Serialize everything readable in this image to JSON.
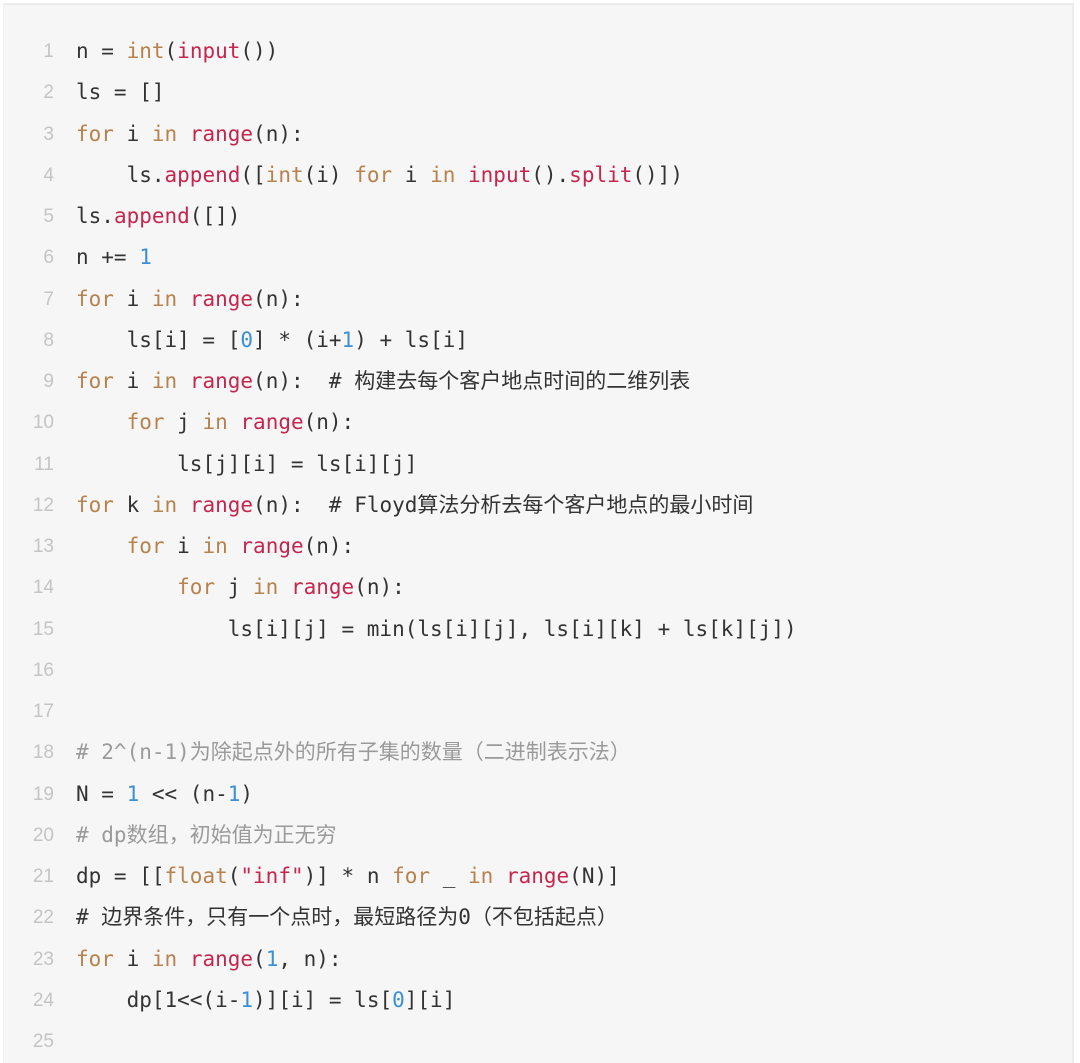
{
  "code_block": {
    "language": "python",
    "colors": {
      "background": "#f6f6f6",
      "text": "#333333",
      "keyword": "#b7824d",
      "builtin": "#c5264d",
      "number": "#3a8fd6",
      "comment": "#9a9a9a",
      "line_number": "#c4c4c4"
    },
    "lines": [
      {
        "n": "1",
        "tokens": [
          [
            "t",
            "n = "
          ],
          [
            "kw",
            "int"
          ],
          [
            "t",
            "("
          ],
          [
            "fn",
            "input"
          ],
          [
            "t",
            "())"
          ]
        ]
      },
      {
        "n": "2",
        "tokens": [
          [
            "t",
            "ls = []"
          ]
        ]
      },
      {
        "n": "3",
        "tokens": [
          [
            "kw",
            "for"
          ],
          [
            "t",
            " i "
          ],
          [
            "kw",
            "in"
          ],
          [
            "t",
            " "
          ],
          [
            "fn",
            "range"
          ],
          [
            "t",
            "(n):"
          ]
        ]
      },
      {
        "n": "4",
        "tokens": [
          [
            "t",
            "    ls."
          ],
          [
            "fn",
            "append"
          ],
          [
            "t",
            "(["
          ],
          [
            "kw",
            "int"
          ],
          [
            "t",
            "(i) "
          ],
          [
            "kw",
            "for"
          ],
          [
            "t",
            " i "
          ],
          [
            "kw",
            "in"
          ],
          [
            "t",
            " "
          ],
          [
            "fn",
            "input"
          ],
          [
            "t",
            "()."
          ],
          [
            "fn",
            "split"
          ],
          [
            "t",
            "()])"
          ]
        ]
      },
      {
        "n": "5",
        "tokens": [
          [
            "t",
            "ls."
          ],
          [
            "fn",
            "append"
          ],
          [
            "t",
            "([])"
          ]
        ]
      },
      {
        "n": "6",
        "tokens": [
          [
            "t",
            "n += "
          ],
          [
            "num",
            "1"
          ]
        ]
      },
      {
        "n": "7",
        "tokens": [
          [
            "kw",
            "for"
          ],
          [
            "t",
            " i "
          ],
          [
            "kw",
            "in"
          ],
          [
            "t",
            " "
          ],
          [
            "fn",
            "range"
          ],
          [
            "t",
            "(n):"
          ]
        ]
      },
      {
        "n": "8",
        "tokens": [
          [
            "t",
            "    ls[i] = ["
          ],
          [
            "num",
            "0"
          ],
          [
            "t",
            "] * (i+"
          ],
          [
            "num",
            "1"
          ],
          [
            "t",
            ") + ls[i]"
          ]
        ]
      },
      {
        "n": "9",
        "tokens": [
          [
            "kw",
            "for"
          ],
          [
            "t",
            " i "
          ],
          [
            "kw",
            "in"
          ],
          [
            "t",
            " "
          ],
          [
            "fn",
            "range"
          ],
          [
            "t",
            "(n):  # 构建去每个客户地点时间的二维列表"
          ]
        ]
      },
      {
        "n": "10",
        "tokens": [
          [
            "t",
            "    "
          ],
          [
            "kw",
            "for"
          ],
          [
            "t",
            " j "
          ],
          [
            "kw",
            "in"
          ],
          [
            "t",
            " "
          ],
          [
            "fn",
            "range"
          ],
          [
            "t",
            "(n):"
          ]
        ]
      },
      {
        "n": "11",
        "tokens": [
          [
            "t",
            "        ls[j][i] = ls[i][j]"
          ]
        ]
      },
      {
        "n": "12",
        "tokens": [
          [
            "kw",
            "for"
          ],
          [
            "t",
            " k "
          ],
          [
            "kw",
            "in"
          ],
          [
            "t",
            " "
          ],
          [
            "fn",
            "range"
          ],
          [
            "t",
            "(n):  # Floyd算法分析去每个客户地点的最小时间"
          ]
        ]
      },
      {
        "n": "13",
        "tokens": [
          [
            "t",
            "    "
          ],
          [
            "kw",
            "for"
          ],
          [
            "t",
            " i "
          ],
          [
            "kw",
            "in"
          ],
          [
            "t",
            " "
          ],
          [
            "fn",
            "range"
          ],
          [
            "t",
            "(n):"
          ]
        ]
      },
      {
        "n": "14",
        "tokens": [
          [
            "t",
            "        "
          ],
          [
            "kw",
            "for"
          ],
          [
            "t",
            " j "
          ],
          [
            "kw",
            "in"
          ],
          [
            "t",
            " "
          ],
          [
            "fn",
            "range"
          ],
          [
            "t",
            "(n):"
          ]
        ]
      },
      {
        "n": "15",
        "tokens": [
          [
            "t",
            "            ls[i][j] = min(ls[i][j], ls[i][k] + ls[k][j])"
          ]
        ]
      },
      {
        "n": "16",
        "tokens": []
      },
      {
        "n": "17",
        "tokens": []
      },
      {
        "n": "18",
        "tokens": [
          [
            "cm",
            "# 2^(n-1)为除起点外的所有子集的数量（二进制表示法）"
          ]
        ]
      },
      {
        "n": "19",
        "tokens": [
          [
            "t",
            "N = "
          ],
          [
            "num",
            "1"
          ],
          [
            "t",
            " << (n-"
          ],
          [
            "num",
            "1"
          ],
          [
            "t",
            ")"
          ]
        ]
      },
      {
        "n": "20",
        "tokens": [
          [
            "cm",
            "# dp数组，初始值为正无穷"
          ]
        ]
      },
      {
        "n": "21",
        "tokens": [
          [
            "t",
            "dp = [["
          ],
          [
            "kw",
            "float"
          ],
          [
            "t",
            "("
          ],
          [
            "str",
            "\"inf\""
          ],
          [
            "t",
            ")] * n "
          ],
          [
            "kw",
            "for"
          ],
          [
            "t",
            " _ "
          ],
          [
            "kw",
            "in"
          ],
          [
            "t",
            " "
          ],
          [
            "fn",
            "range"
          ],
          [
            "t",
            "(N)]"
          ]
        ]
      },
      {
        "n": "22",
        "tokens": [
          [
            "t",
            "# 边界条件，只有一个点时，最短路径为0（不包括起点）"
          ]
        ]
      },
      {
        "n": "23",
        "tokens": [
          [
            "kw",
            "for"
          ],
          [
            "t",
            " i "
          ],
          [
            "kw",
            "in"
          ],
          [
            "t",
            " "
          ],
          [
            "fn",
            "range"
          ],
          [
            "t",
            "("
          ],
          [
            "num",
            "1"
          ],
          [
            "t",
            ", n):"
          ]
        ]
      },
      {
        "n": "24",
        "tokens": [
          [
            "t",
            "    dp[1<<(i-"
          ],
          [
            "num",
            "1"
          ],
          [
            "t",
            ")][i] = ls["
          ],
          [
            "num",
            "0"
          ],
          [
            "t",
            "][i]"
          ]
        ]
      },
      {
        "n": "25",
        "tokens": []
      }
    ]
  }
}
